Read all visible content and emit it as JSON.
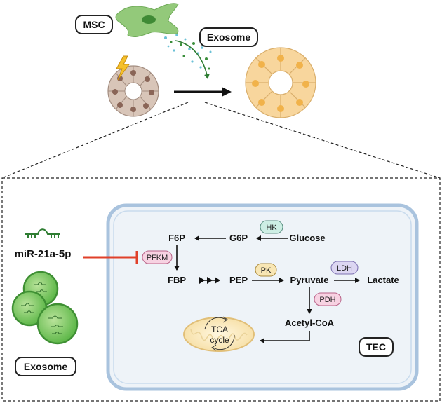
{
  "top": {
    "msc_label": "MSC",
    "exosome_label": "Exosome"
  },
  "panel": {
    "mirna_label": "miR-21a-5p",
    "exosome_label": "Exosome",
    "cell_label": "TEC",
    "metabolites": {
      "f6p": "F6P",
      "g6p": "G6P",
      "glucose": "Glucose",
      "fbp": "FBP",
      "pep": "PEP",
      "pyruvate": "Pyruvate",
      "lactate": "Lactate",
      "acetyl_coa": "Acetyl-CoA"
    },
    "enzymes": {
      "hk": "HK",
      "pfkm": "PFKM",
      "pk": "PK",
      "ldh": "LDH",
      "pdh": "PDH"
    },
    "tca_line1": "TCA",
    "tca_line2": "cycle"
  },
  "colors": {
    "hk": "#cdeee4",
    "pfkm": "#f7d2e2",
    "pk": "#f8e6b4",
    "ldh": "#dcd6f2",
    "pdh": "#f7d2e2",
    "inhibit": "#e0402a",
    "cell_fill": "#eef3f8",
    "cell_border": "#a9c3de"
  }
}
